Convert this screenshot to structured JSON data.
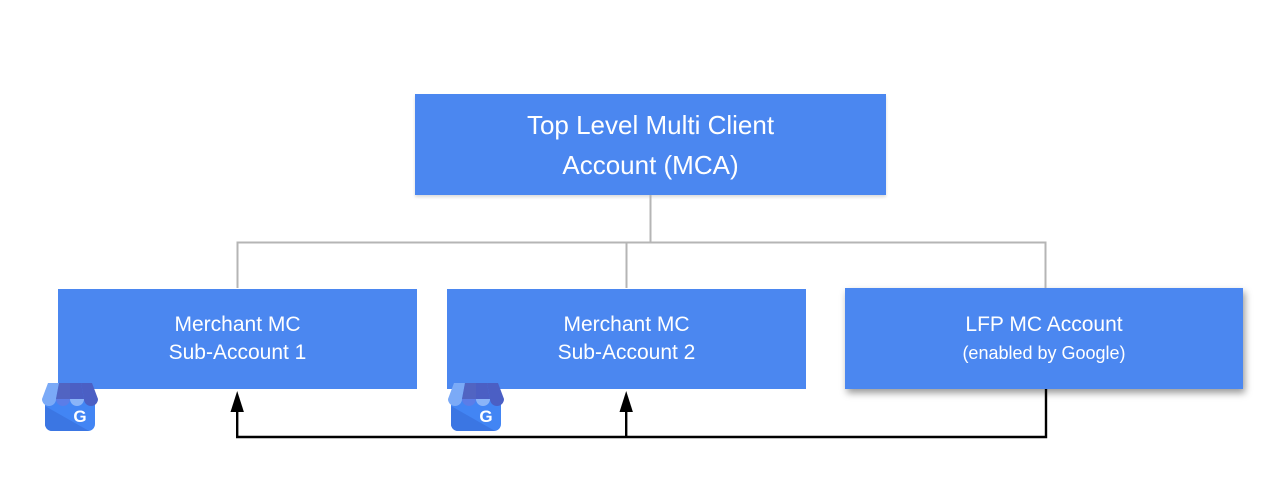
{
  "diagram": {
    "title_box": {
      "line1": "Top Level Multi Client",
      "line2": "Account (MCA)"
    },
    "sub_boxes": [
      {
        "line1": "Merchant MC",
        "line2": "Sub-Account 1"
      },
      {
        "line1": "Merchant MC",
        "line2": "Sub-Account 2"
      },
      {
        "line1": "LFP MC Account",
        "line2": "(enabled by Google)"
      }
    ],
    "gmb_icon": {
      "letter": "G"
    },
    "colors": {
      "node_fill": "#4b87f0",
      "node_text": "#ffffff",
      "tree_line": "#b5b5b5",
      "arrow_line": "#000000",
      "background": "#ffffff"
    }
  }
}
